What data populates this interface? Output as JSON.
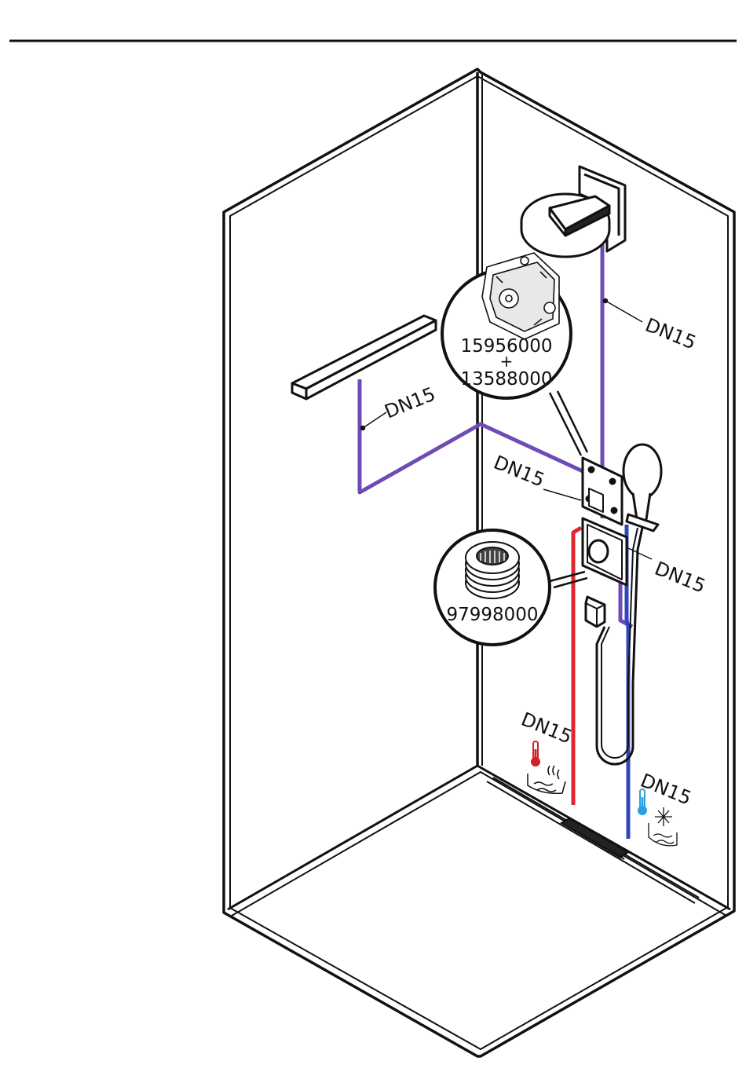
{
  "labels": {
    "pipe_size": "DN15",
    "thermostat_part": "15956000",
    "plus": "+",
    "finish_part": "13588000",
    "filter_part": "97998000"
  },
  "colors": {
    "outline": "#111111",
    "mixed_pipe": "#6f4bb6",
    "hot_pipe": "#e0262e",
    "cold_pipe": "#2f46b8",
    "hot_icon": "#d4202a",
    "cold_icon": "#2a9fe0"
  },
  "icons": [
    "overhead-shower-icon",
    "body-spray-icon",
    "hand-shower-icon",
    "thermostat-body-icon",
    "filter-icon",
    "hot-water-icon",
    "cold-water-icon",
    "floor-drain-icon"
  ]
}
